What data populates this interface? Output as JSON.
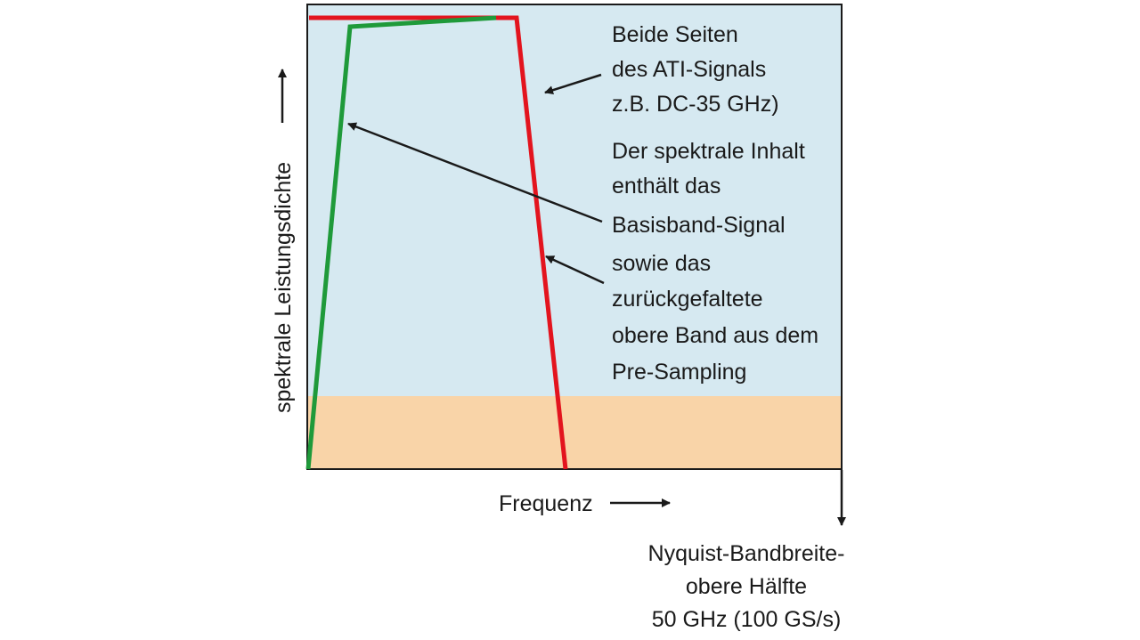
{
  "diagram": {
    "y_axis_label": "spektrale Leistungsdichte",
    "x_axis_label": "Frequenz",
    "nyquist_label": [
      "Nyquist-Bandbreite-",
      "obere Hälfte",
      "50 GHz (100 GS/s)"
    ],
    "annotation_ati": [
      "Beide Seiten",
      "des ATI-Signals",
      "z.B. DC-35 GHz)"
    ],
    "annotation_content": [
      "Der spektrale Inhalt",
      "enthält das",
      "Basisband-Signal",
      "sowie das",
      "zurückgefaltete",
      "obere Band aus dem",
      "Pre-Sampling"
    ],
    "colors": {
      "plot_bg_upper": "#d6e9f1",
      "plot_bg_lower": "#f9d4a8",
      "curve_red": "#e3141e",
      "curve_green": "#1f9a3a",
      "text": "#1a1a1a"
    }
  }
}
